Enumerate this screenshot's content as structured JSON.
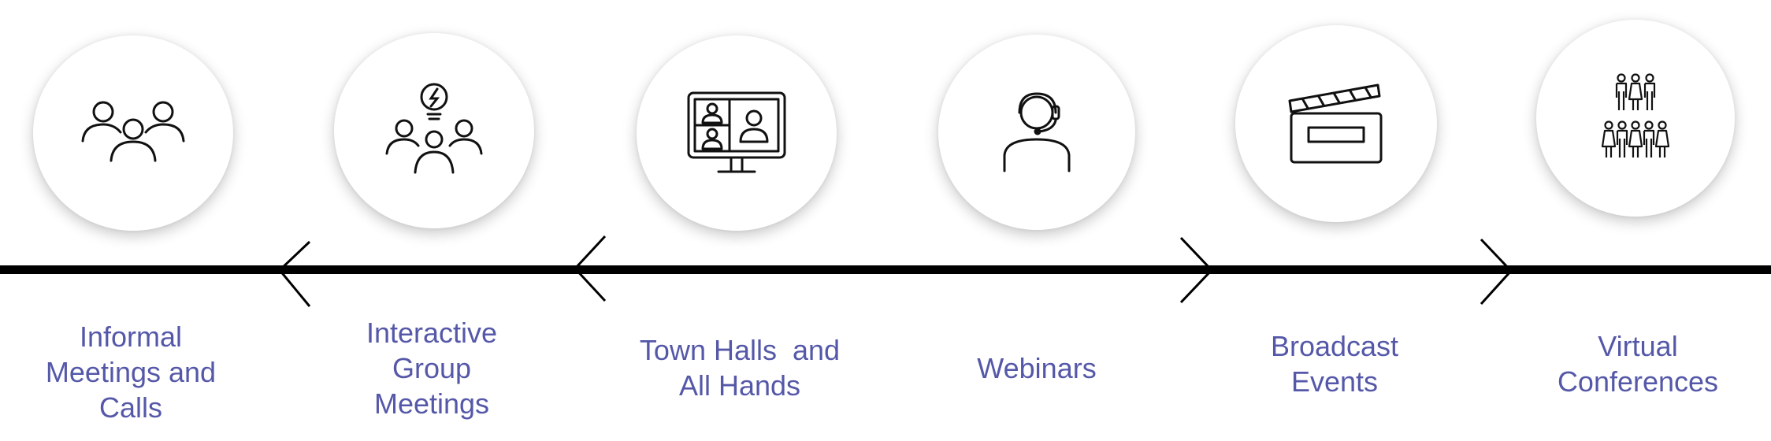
{
  "colors": {
    "label": "#5558a8",
    "line": "#000000",
    "circle": "#ffffff"
  },
  "stages": [
    {
      "icon": "group-meeting-icon",
      "lines": [
        "Informal",
        "Meetings and",
        "Calls"
      ]
    },
    {
      "icon": "lightbulb-group-icon",
      "lines": [
        "Interactive",
        "Group",
        "Meetings"
      ]
    },
    {
      "icon": "video-conference-monitor-icon",
      "lines": [
        "Town Halls  and",
        "All Hands"
      ]
    },
    {
      "icon": "headset-person-icon",
      "lines": [
        "Webinars"
      ]
    },
    {
      "icon": "clapperboard-icon",
      "lines": [
        "Broadcast",
        "Events"
      ]
    },
    {
      "icon": "crowd-icon",
      "lines": [
        "Virtual",
        "Conferences"
      ]
    }
  ]
}
